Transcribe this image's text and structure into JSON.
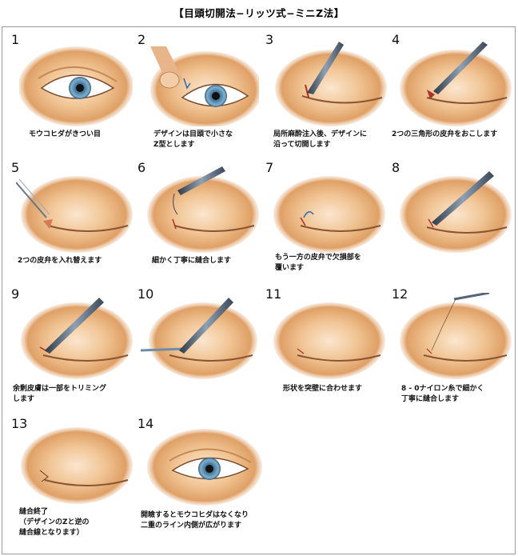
{
  "title": "【目頭切開法−リッツ式−ミニZ法】",
  "steps": [
    {
      "num": "1",
      "caption": "モウコヒダがきつい目"
    },
    {
      "num": "2",
      "caption": "デザインは目頭で小さな\nZ型とします"
    },
    {
      "num": "3",
      "caption": "局所麻酔注入後、デザインに\n沿って切開します"
    },
    {
      "num": "4",
      "caption": "2つの三角形の皮弁をおこします"
    },
    {
      "num": "5",
      "caption": "2つの皮弁を入れ替えます"
    },
    {
      "num": "6",
      "caption": "細かく丁寧に縫合します"
    },
    {
      "num": "7",
      "caption": "もう一方の皮弁で欠損部を\n覆います"
    },
    {
      "num": "8",
      "caption": ""
    },
    {
      "num": "9",
      "caption": "余剰皮膚は一部をトリミング\nします"
    },
    {
      "num": "10",
      "caption": ""
    },
    {
      "num": "11",
      "caption": "形状を突壁に合わせます"
    },
    {
      "num": "12",
      "caption": "8 - 0ナイロン糸で細かく\n丁寧に縫合します"
    },
    {
      "num": "13",
      "caption": "縫合終了\n（デザインのZと逆の\n縫合線となります）"
    },
    {
      "num": "14",
      "caption": "開瞼するとモウコヒダはなくなり\n二重のライン内側が広がります"
    }
  ],
  "colors": {
    "skin_light": "#f7dcc0",
    "skin_mid": "#e9b07a",
    "skin_dark": "#d08a4e",
    "iris": "#5f94b8",
    "instrument": "#5a6a7a",
    "incision": "#b0302a"
  }
}
